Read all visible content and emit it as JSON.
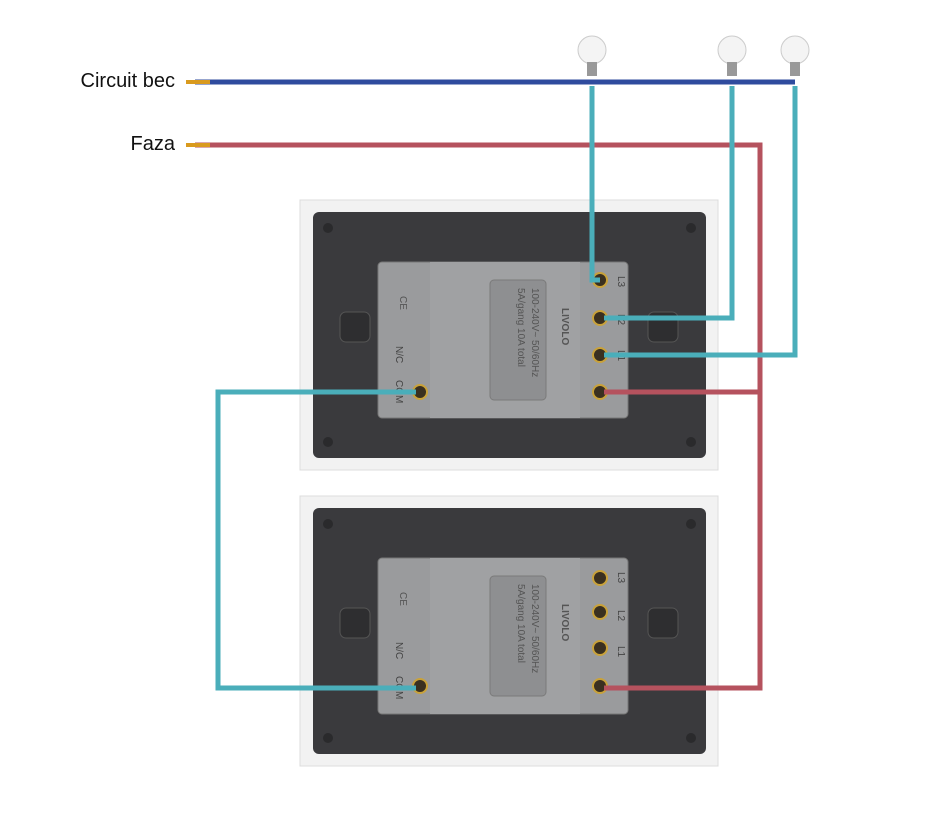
{
  "labels": {
    "circuit_bec": "Circuit bec",
    "faza": "Faza"
  },
  "module": {
    "brand": "LIVOLO",
    "rating_line1": "100-240V~   50/60Hz",
    "rating_line2": "5A/gang  10A total",
    "mark": "CE",
    "terminals_right": [
      "L3",
      "L2",
      "L1"
    ],
    "terminals_left": [
      "N/C",
      "COM"
    ]
  },
  "colors": {
    "circuit_wire": "#2f4b9e",
    "phase_wire": "#b5525e",
    "switch_wire": "#4aaeba",
    "plate": "#f1f1f1",
    "panel": "#3b3b3e",
    "module": "#9a9b9d"
  }
}
